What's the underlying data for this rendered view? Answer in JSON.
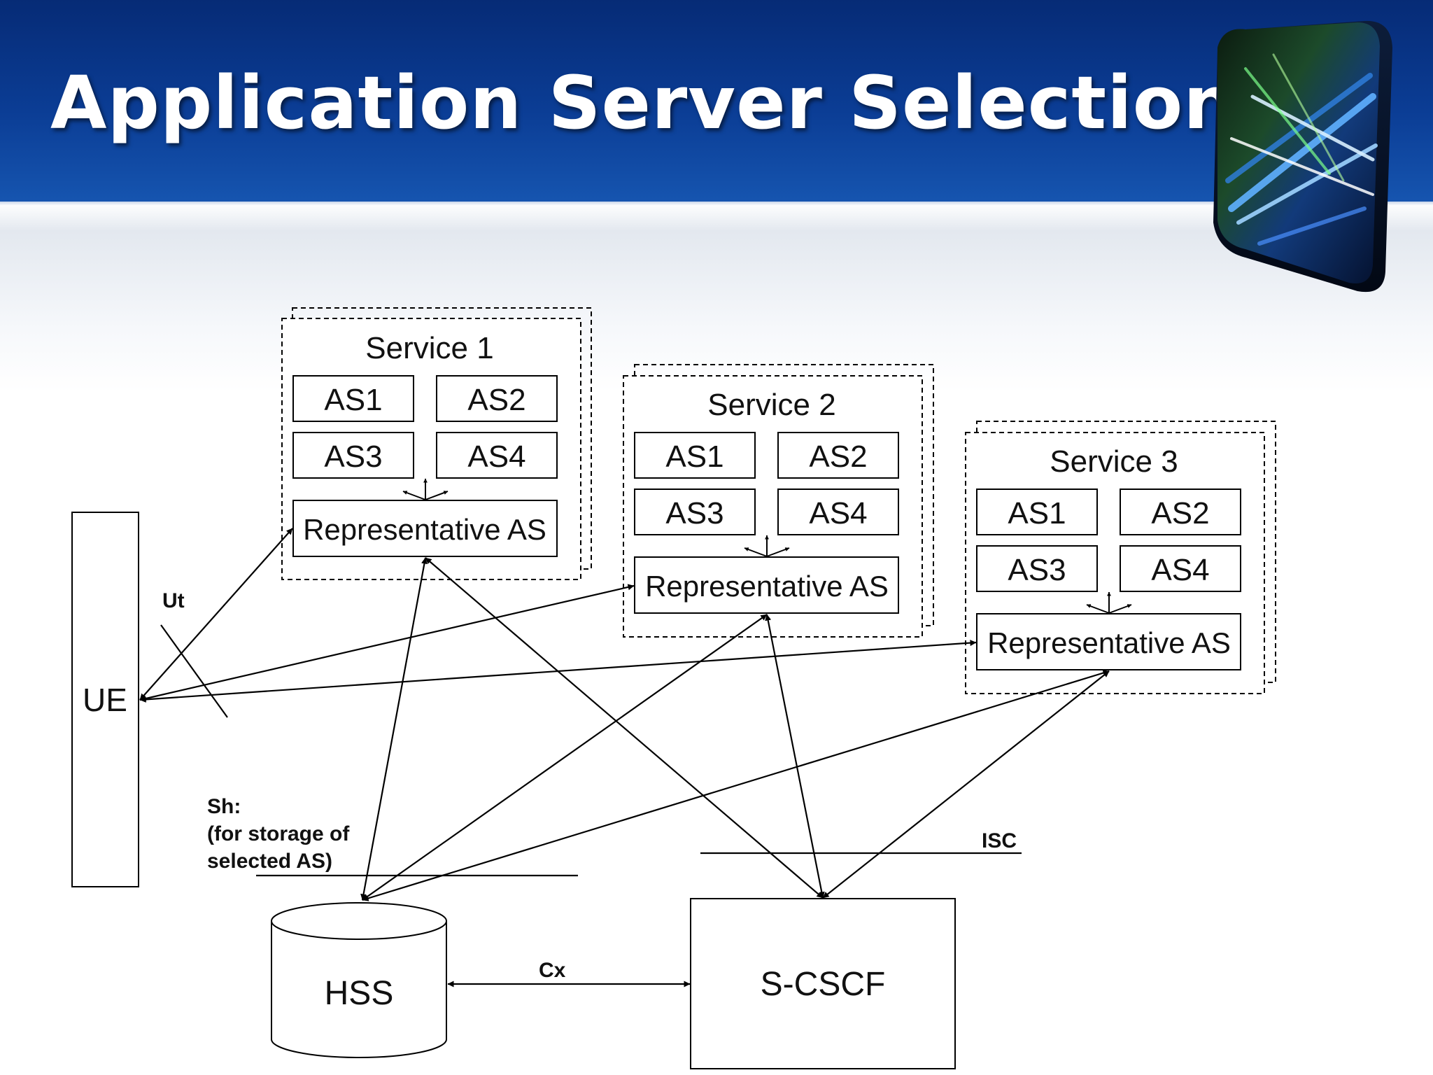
{
  "slide": {
    "title": "Application Server Selection"
  },
  "diagram": {
    "services": [
      {
        "title": "Service 1",
        "as_labels": [
          "AS1",
          "AS2",
          "AS3",
          "AS4"
        ],
        "representative": "Representative AS"
      },
      {
        "title": "Service 2",
        "as_labels": [
          "AS1",
          "AS2",
          "AS3",
          "AS4"
        ],
        "representative": "Representative AS"
      },
      {
        "title": "Service 3",
        "as_labels": [
          "AS1",
          "AS2",
          "AS3",
          "AS4"
        ],
        "representative": "Representative AS"
      }
    ],
    "ue_label": "UE",
    "hss_label": "HSS",
    "scscf_label": "S-CSCF",
    "interfaces": {
      "ut": "Ut",
      "sh_lines": [
        "Sh:",
        "(for storage of",
        "selected AS)"
      ],
      "isc": "ISC",
      "cx": "Cx"
    }
  }
}
